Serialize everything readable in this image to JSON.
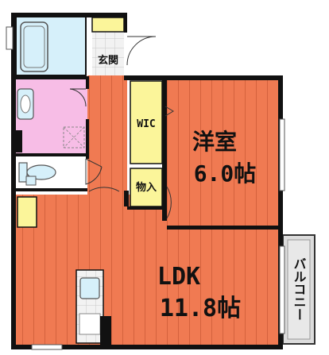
{
  "rooms": {
    "entrance": {
      "label": "玄関"
    },
    "wic": {
      "label": "WIC"
    },
    "storage": {
      "label": "物入"
    },
    "western": {
      "label": "洋室",
      "size": "6.0帖"
    },
    "ldk": {
      "label": "LDK",
      "size": "11.8帖"
    },
    "balcony": {
      "label": "バルコニー"
    }
  },
  "colors": {
    "floor": "#f07a52",
    "floor_line": "#b84a28",
    "closet": "#fbf59a",
    "washroom": "#f7bde6",
    "wet_area": "#d6f0fa",
    "wall": "#111111",
    "balcony": "#dcdcdc"
  }
}
